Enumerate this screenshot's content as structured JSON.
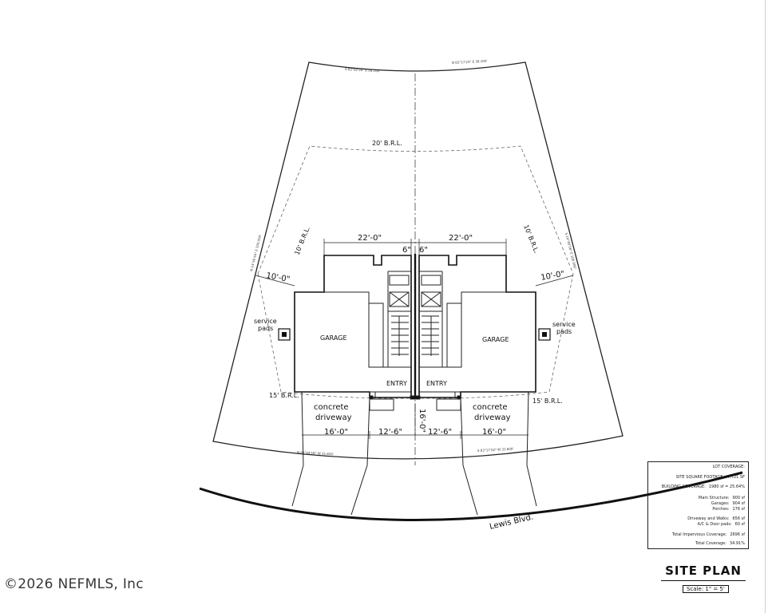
{
  "labels": {
    "top_bearing_left": "S 83°02'26\" E 38.100'",
    "top_bearing_right": "N 83°17'23\" E 38.100'",
    "brl_20": "20' B.R.L.",
    "brl_10_left": "10' B.R.L.",
    "brl_10_right": "10' B.R.L.",
    "brl_15_left": "15' B.R.L.",
    "brl_15_right": "15' B.R.L.",
    "left_side_bearing": "N 14°40'44\" E 100.000'",
    "right_side_bearing": "S 14°40'56\" E 100.000'",
    "bottom_bearing_left": "N 83°04'18\" W 31.600'",
    "bottom_bearing_right": "S 83°17'02\" W 31.600'",
    "dim_22_left": "22'-0\"",
    "dim_22_right": "22'-0\"",
    "dim_6_left": "6\"",
    "dim_6_right": "6\"",
    "dim_10_left": "10'-0\"",
    "dim_10_right": "10'-0\"",
    "service_pads_left": "service pads",
    "service_pads_right": "service pads",
    "garage_left": "GARAGE",
    "garage_right": "GARAGE",
    "entry_left": "ENTRY",
    "entry_right": "ENTRY",
    "driveway_left_1": "concrete",
    "driveway_left_2": "driveway",
    "driveway_right_1": "concrete",
    "driveway_right_2": "driveway",
    "dim_16_left": "16'-0\"",
    "dim_125_left": "12'-6\"",
    "dim_16_vert": "16'-0\"",
    "dim_125_right": "12'-6\"",
    "dim_16_right": "16'-0\"",
    "street_name": "Lewis Blvd."
  },
  "coverage": {
    "title": "LOT COVERAGE:",
    "site_sq_ft_label": "SITE SQUARE FOOTAGE:",
    "site_sq_ft_value": "7,721 SF",
    "building_cov_label": "BUILDING COVERAGE:",
    "building_cov_value": "1980 sf = 25.64%",
    "main_structure_label": "Main Structure:",
    "main_structure_value": "900 sf",
    "garages_label": "Garages:",
    "garages_value": "904 sf",
    "porches_label": "Porches:",
    "porches_value": "176 sf",
    "driveway_walks_label": "Driveway and Walks:",
    "driveway_walks_value": "656 sf",
    "ac_pads_label": "A/C & Door pads:",
    "ac_pads_value": "60 sf",
    "total_impervious_label": "Total Impervious Coverage:",
    "total_impervious_value": "2696 sf",
    "total_coverage_label": "Total Coverage:",
    "total_coverage_value": "34.91%"
  },
  "title_block": {
    "title": "SITE PLAN",
    "scale": "Scale: 1\" = 5'"
  },
  "copyright": "©2026 NEFMLS, Inc"
}
